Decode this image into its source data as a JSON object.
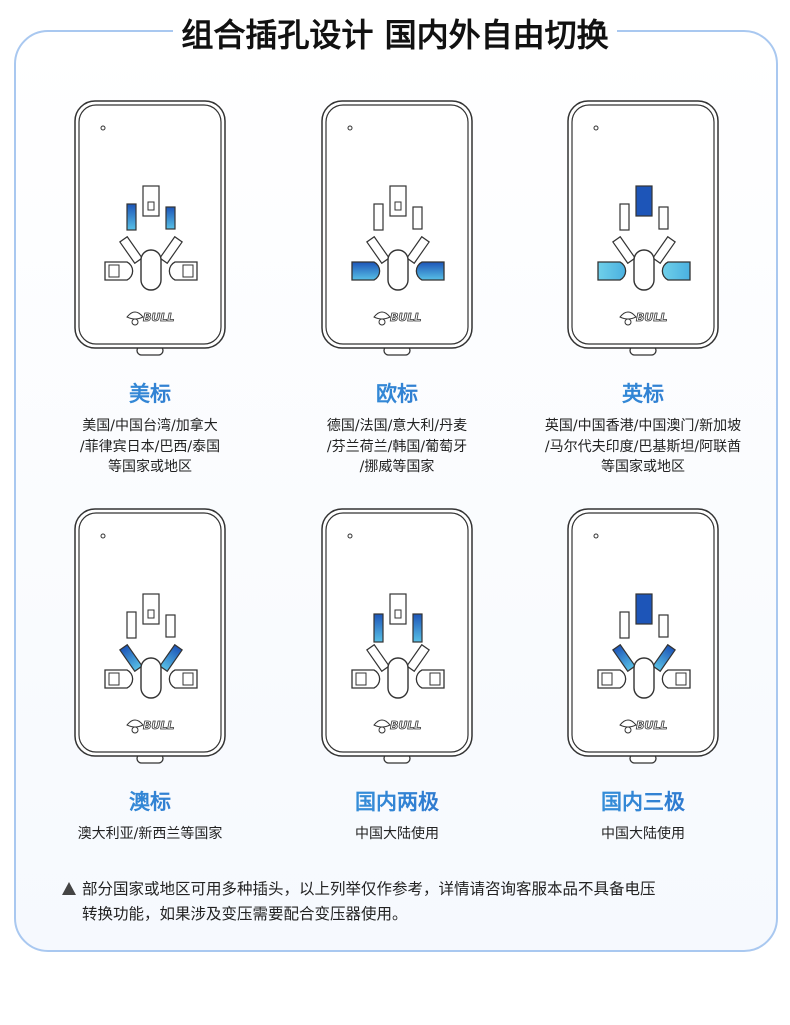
{
  "title": "组合插孔设计 国内外自由切换",
  "brand": "BULL",
  "colors": {
    "dark_blue": "#1d55b8",
    "light_blue": "#58c0e6",
    "outline": "#333333"
  },
  "cards": [
    {
      "label": "美标",
      "desc": [
        "美国/中国台湾/加拿大",
        "/菲律宾日本/巴西/泰国",
        "等国家或地区"
      ],
      "highlight": [
        "us_pins"
      ]
    },
    {
      "label": "欧标",
      "desc": [
        "德国/法国/意大利/丹麦",
        "/芬兰荷兰/韩国/葡萄牙",
        "/挪威等国家"
      ],
      "highlight": [
        "round_pins"
      ]
    },
    {
      "label": "英标",
      "desc": [
        "英国/中国香港/中国澳门/新加坡",
        "/马尔代夫印度/巴基斯坦/阿联酋",
        "等国家或地区"
      ],
      "highlight": [
        "uk_top",
        "round_pins_light"
      ]
    },
    {
      "label": "澳标",
      "desc": [
        "澳大利亚/新西兰等国家"
      ],
      "highlight": [
        "slants"
      ]
    },
    {
      "label": "国内两极",
      "desc": [
        "中国大陆使用"
      ],
      "highlight": [
        "cn_pins"
      ]
    },
    {
      "label": "国内三极",
      "desc": [
        "中国大陆使用"
      ],
      "highlight": [
        "uk_top",
        "slants"
      ]
    }
  ],
  "note": {
    "lines": [
      "部分国家或地区可用多种插头，以上列举仅作参考，详情请咨询客服本品不具备电压",
      "转换功能，如果涉及变压需要配合变压器使用。"
    ]
  }
}
